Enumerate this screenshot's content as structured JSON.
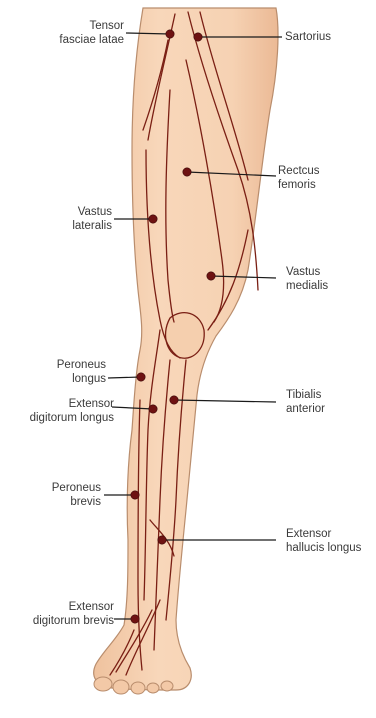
{
  "labels": {
    "tensor_fasciae_latae": [
      "Tensor",
      "fasciae latae"
    ],
    "sartorius": [
      "Sartorius"
    ],
    "rectus_femoris": [
      "Rectcus",
      "femoris"
    ],
    "vastus_lateralis": [
      "Vastus",
      "lateralis"
    ],
    "vastus_medialis": [
      "Vastus",
      "medialis"
    ],
    "peroneus_longus": [
      "Peroneus",
      "longus"
    ],
    "extensor_digitorum_longus": [
      "Extensor",
      "digitorum longus"
    ],
    "tibialis_anterior": [
      "Tibialis",
      "anterior"
    ],
    "peroneus_brevis": [
      "Peroneus",
      "brevis"
    ],
    "extensor_hallucis_longus": [
      "Extensor",
      "hallucis longus"
    ],
    "extensor_digitorum_brevis": [
      "Extensor",
      "digitorum brevis"
    ]
  },
  "colors": {
    "skin": "#f7d3b4",
    "skin_shadow": "#e9b28c",
    "outline": "#b98d6d",
    "muscle_line": "#7a1f14",
    "point": "#6e1212",
    "leader": "#1a1a1a",
    "text": "#3a3a3a"
  }
}
